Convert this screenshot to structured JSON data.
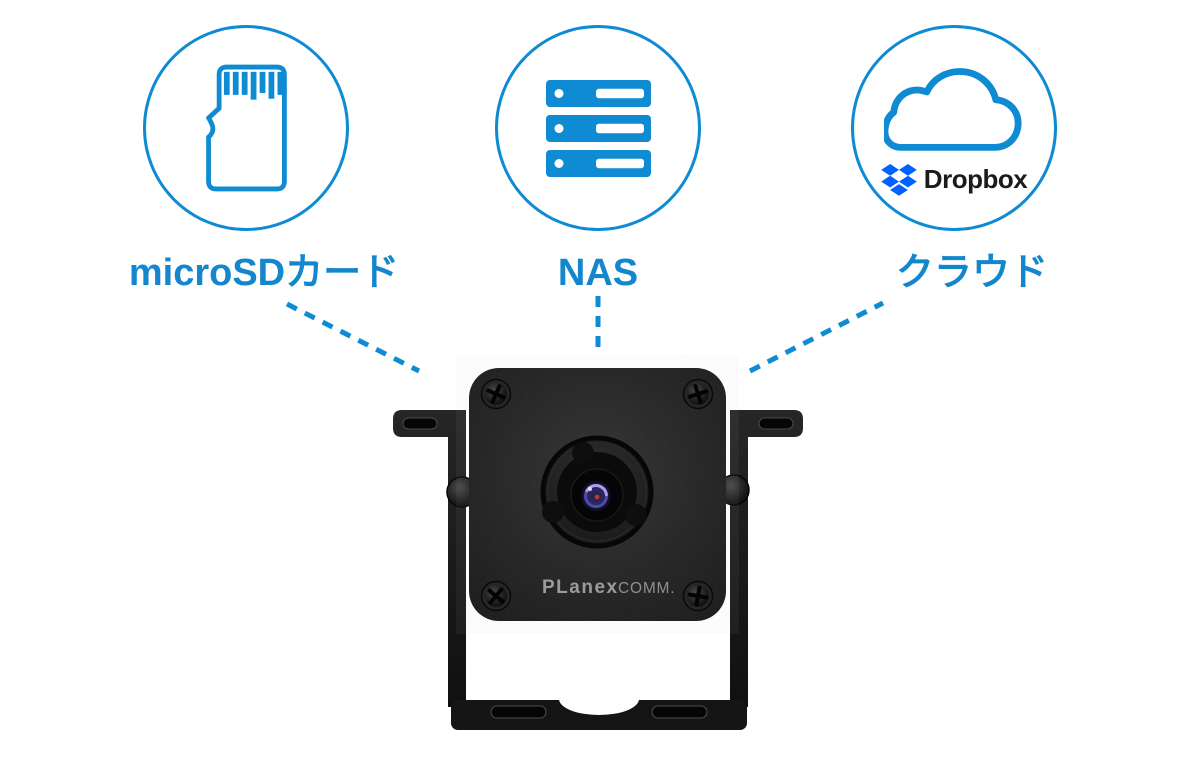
{
  "page": {
    "background": "#ffffff"
  },
  "colors": {
    "accent_blue": "#0E8BD3",
    "label_blue": "#1486CD",
    "dropbox_blue": "#0061FF",
    "dropbox_text_black": "#1B1B1B",
    "camera_black": "#1A1A1A",
    "brand_text_gray": "#9B9B9B"
  },
  "options": [
    {
      "id": "microsd",
      "label": "microSDカード",
      "icon": "microsd-card-icon"
    },
    {
      "id": "nas",
      "label": "NAS",
      "icon": "nas-server-icon"
    },
    {
      "id": "cloud",
      "label": "クラウド",
      "icon": "cloud-icon",
      "service_logo_text": "Dropbox"
    }
  ],
  "camera": {
    "brand_text": "PLanex",
    "brand_suffix_text": "COMM."
  }
}
